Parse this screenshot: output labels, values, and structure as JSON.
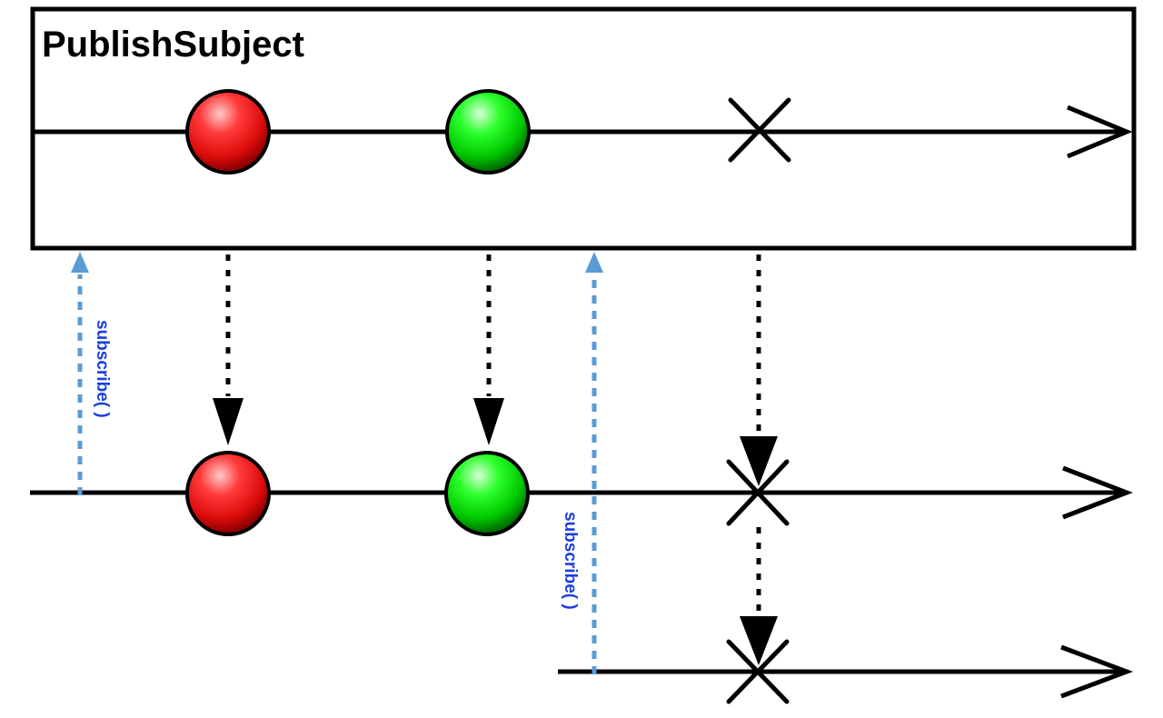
{
  "title": "PublishSubject",
  "subscribe_labels": [
    "subscribe( )",
    "subscribe( )"
  ],
  "colors": {
    "line": "#000000",
    "subscribe_arrow": "#5b9bd5",
    "subscribe_text": "#1a3fe0",
    "red_marble": "#e01010",
    "green_marble": "#00d000"
  },
  "marbles": [
    {
      "color": "red"
    },
    {
      "color": "green"
    }
  ],
  "icons": [
    "arrow-head-icon",
    "terminate-x-icon"
  ]
}
